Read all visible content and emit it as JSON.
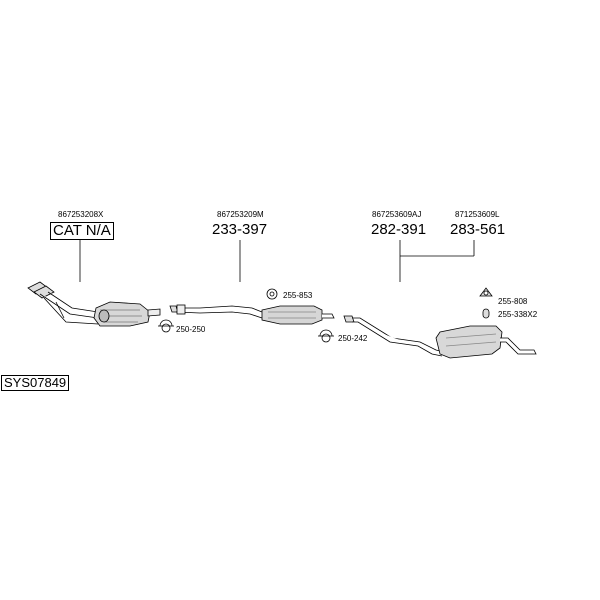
{
  "parts": [
    {
      "code": "867253208X",
      "number": "CAT N/A"
    },
    {
      "code": "867253209M",
      "number": "233-397"
    },
    {
      "code": "867253609AJ",
      "number": "282-391"
    },
    {
      "code": "871253609L",
      "number": "283-561"
    }
  ],
  "accessories": [
    {
      "label": "255-853"
    },
    {
      "label": "250-250"
    },
    {
      "label": "250-242"
    },
    {
      "label": "255-808"
    },
    {
      "label": "255-338X2"
    }
  ],
  "system_id": "SYS07849"
}
